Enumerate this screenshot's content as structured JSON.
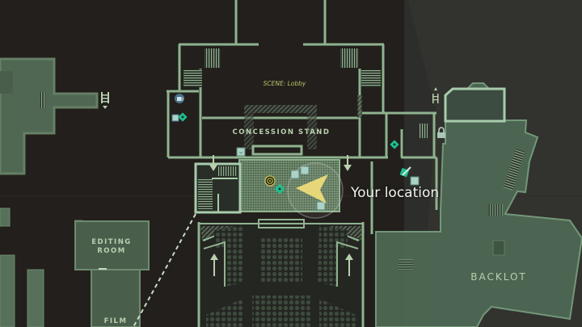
{
  "map": {
    "scene_label": "SCENE: Lobby",
    "areas": [
      {
        "id": "concession-stand",
        "label": "CONCESSION STAND"
      },
      {
        "id": "editing-room",
        "label": "EDITING\nROOM",
        "lines": [
          "EDITING",
          "ROOM"
        ]
      },
      {
        "id": "film-storage",
        "label": "FILM",
        "lines": [
          "FILM"
        ]
      },
      {
        "id": "backlot",
        "label": "BACKLOT"
      }
    ],
    "player": {
      "label": "Your location",
      "icon": "player-arrow-icon",
      "color": "#e8d778"
    },
    "markers": [
      {
        "type": "coffee-thermos-icon"
      },
      {
        "type": "save-point-icon"
      },
      {
        "type": "collectible-diamond-icon"
      },
      {
        "type": "objective-target-icon"
      },
      {
        "type": "lock-icon"
      },
      {
        "type": "ladder-icon"
      },
      {
        "type": "supply-box-icon"
      },
      {
        "type": "manuscript-page-icon"
      },
      {
        "type": "arrow-down-icon"
      },
      {
        "type": "arrow-up-icon"
      }
    ],
    "colors": {
      "background": "#221f1c",
      "wall": "#8fb38f",
      "room_fill": "#5f7c62",
      "text": "#b9cfae",
      "scene_text": "#b8c46a",
      "accent_teal": "#1fbf8f",
      "marker_box": "#a9d3c7",
      "player_arrow": "#e8d778"
    }
  }
}
